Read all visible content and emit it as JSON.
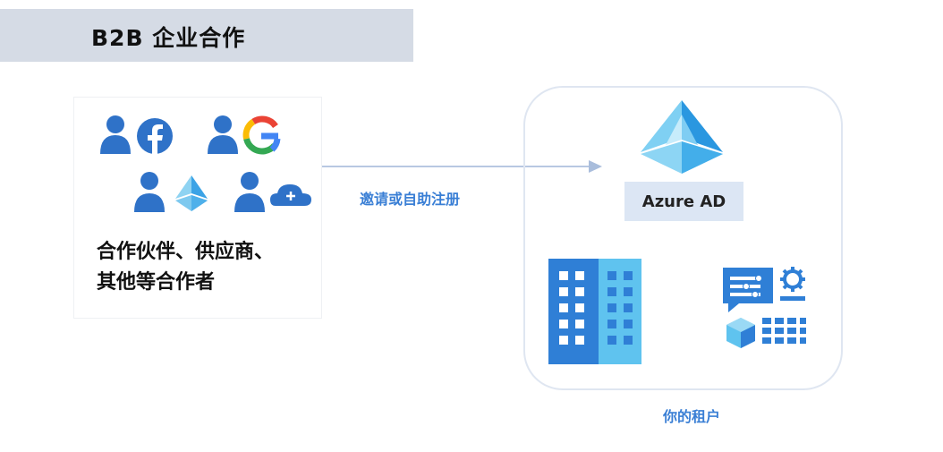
{
  "title": "B2B 企业合作",
  "partners": {
    "line1": "合作伙伴、供应商、",
    "line2": "其他等合作者",
    "icons": [
      "user-facebook-icon",
      "user-google-icon",
      "user-azure-ad-icon",
      "user-cloud-icon"
    ]
  },
  "flow": {
    "label": "邀请或自助注册"
  },
  "tenant": {
    "azure_label": "Azure AD",
    "label": "你的租户",
    "icons": [
      "azure-ad-icon",
      "building-icon",
      "settings-resources-icon"
    ]
  },
  "colors": {
    "title_bg": "#d5dbe5",
    "accent_blue": "#3a7fd5",
    "user_blue": "#2f72c8",
    "tenant_border": "#dfe6f1"
  }
}
